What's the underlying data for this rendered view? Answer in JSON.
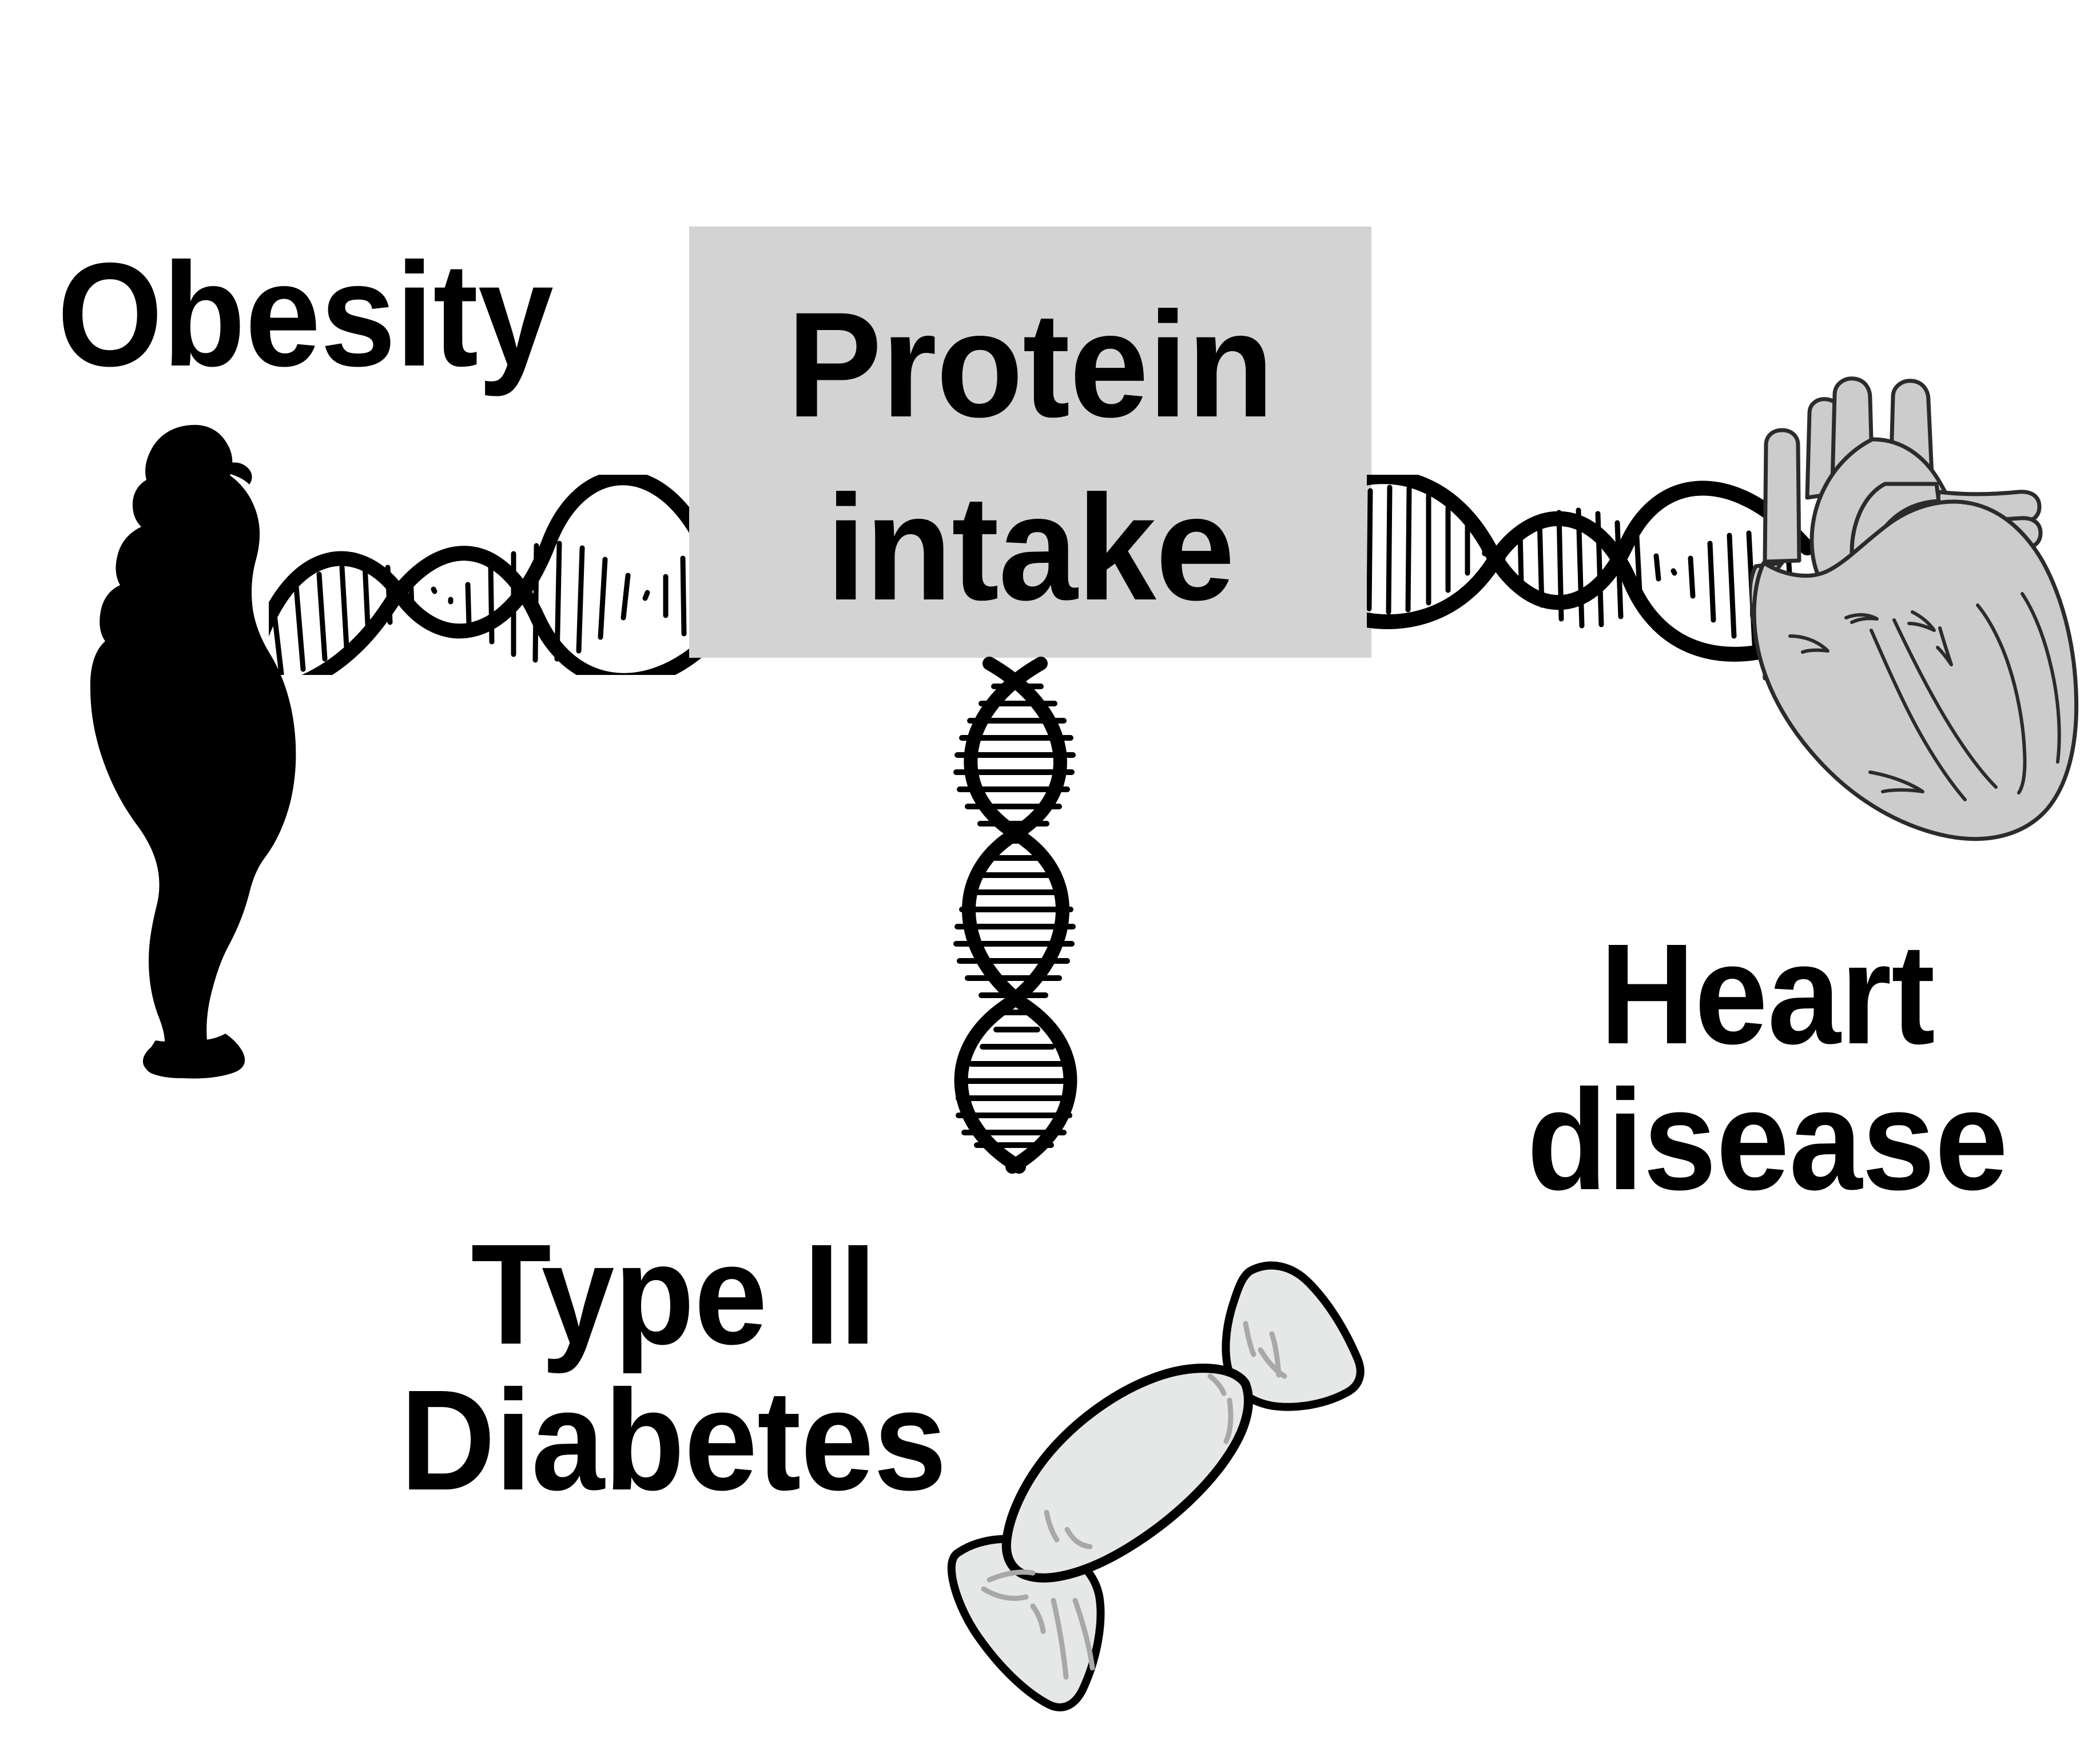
{
  "diagram": {
    "title_box": {
      "text": "Protein\nintake",
      "background_color": "#d3d3d3",
      "text_color": "#000000"
    },
    "labels": {
      "obesity": "Obesity",
      "heart_disease": "Heart\ndisease",
      "type_ii_diabetes": "Type II\nDiabetes"
    },
    "graphics": {
      "obesity_figure": "obese-person-silhouette-icon",
      "dna_left": "dna-double-helix-icon",
      "dna_right": "dna-double-helix-icon",
      "dna_vertical": "dna-double-helix-vertical-icon",
      "heart": "anatomical-heart-icon",
      "candy": "wrapped-candy-icon"
    },
    "colors": {
      "background": "#ffffff",
      "box_gray": "#d3d3d3",
      "outline_black": "#1a1a1a",
      "fill_light_gray": "#cccccc",
      "candy_fill": "#e6e8e8",
      "candy_detail": "#a8a8a8",
      "silhouette": "#000000"
    }
  }
}
